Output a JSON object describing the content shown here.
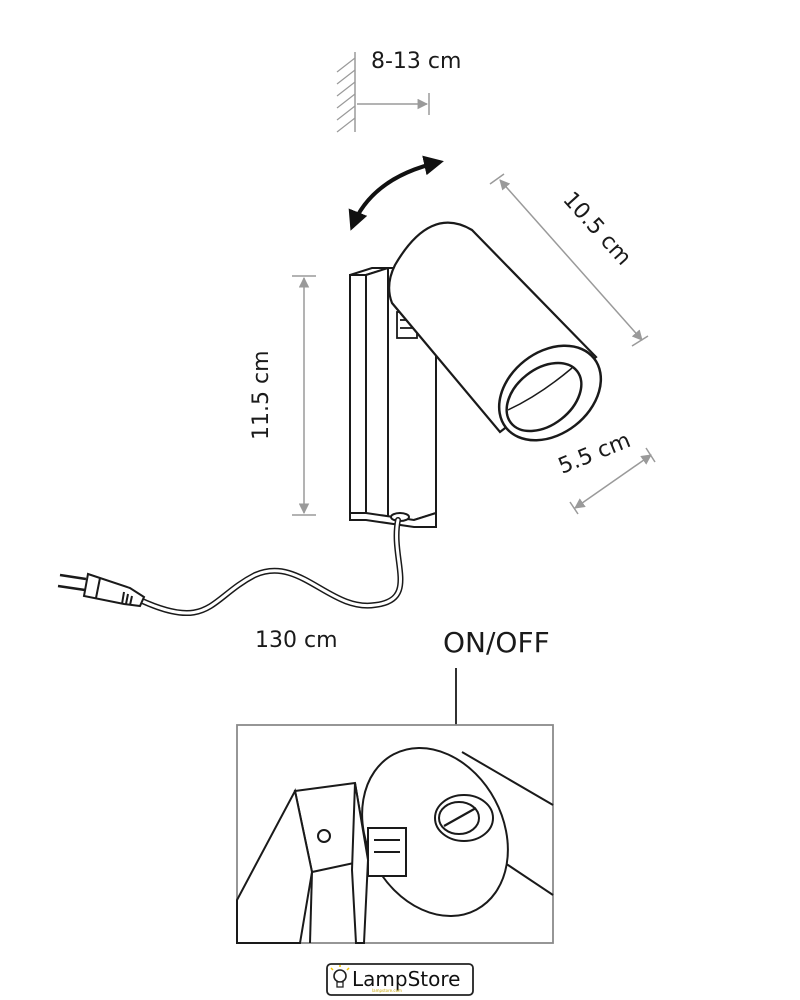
{
  "dimensions": {
    "wall_offset": "8-13 cm",
    "shade_length": "10.5 cm",
    "body_height": "11.5 cm",
    "shade_diameter": "5.5 cm",
    "cable_length": "130 cm"
  },
  "detail": {
    "switch_label": "ON/OFF"
  },
  "brand": {
    "name": "LampStore",
    "tagline": "lampstore.com"
  },
  "colors": {
    "line": "#1a1a1a",
    "dimension": "#9a9a9a",
    "brand_accent": "#f2c200"
  }
}
